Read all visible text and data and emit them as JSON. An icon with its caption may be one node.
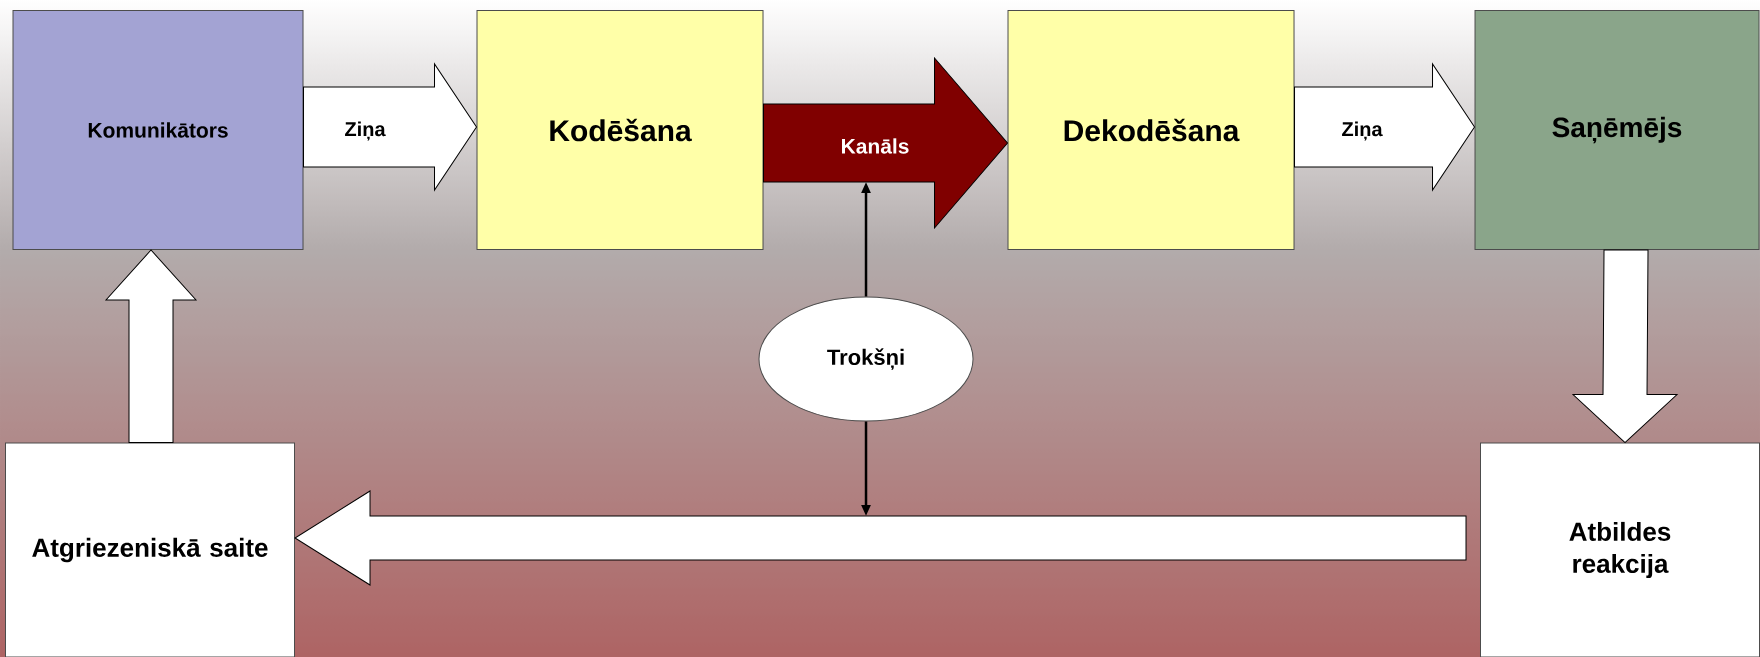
{
  "diagram": {
    "nodes": [
      {
        "text": [
          "Komunikātors"
        ]
      },
      {
        "text": [
          "Kodēšana"
        ]
      },
      {
        "text": [
          "Dekodēšana"
        ]
      },
      {
        "text": [
          "Saņēmējs"
        ]
      },
      {
        "text": [
          "Trokšņi"
        ]
      },
      {
        "text": [
          "Atbildes reakcija"
        ]
      },
      {
        "text": [
          "Atgriezeniskā saite"
        ]
      }
    ],
    "edges": [
      {
        "from": 0,
        "to": 1,
        "arrow": "to",
        "label": "Ziņa"
      },
      {
        "from": 1,
        "to": 2,
        "arrow": "to",
        "label": "Kanāls",
        "color": "#800000"
      },
      {
        "from": 2,
        "to": 3,
        "arrow": "to",
        "label": "Ziņa"
      },
      {
        "from": 3,
        "to": 5,
        "arrow": "to"
      },
      {
        "from": 5,
        "to": 6,
        "arrow": "to"
      },
      {
        "from": 6,
        "to": 0,
        "arrow": "to"
      },
      {
        "from": 4,
        "to": null,
        "arrow": "to"
      },
      {
        "from": 4,
        "to": null,
        "arrow": "to"
      }
    ]
  }
}
